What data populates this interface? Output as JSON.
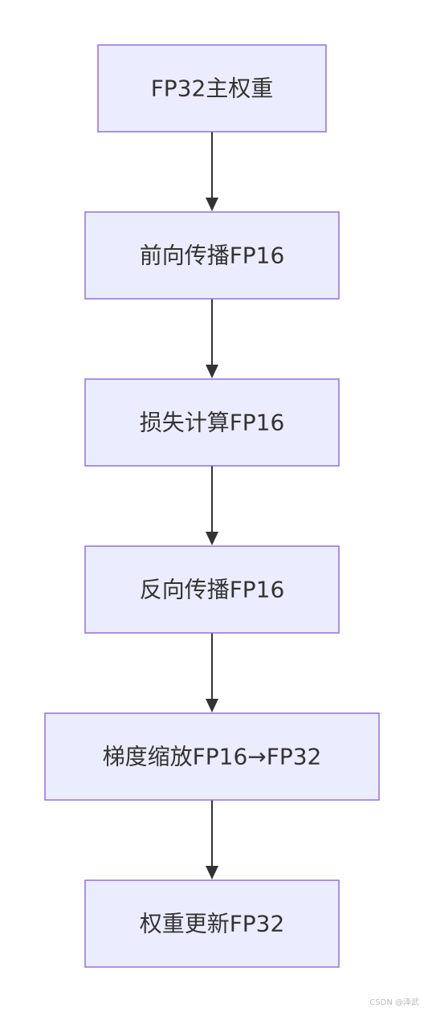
{
  "diagram": {
    "nodes": [
      {
        "id": "n1",
        "label": "FP32主权重"
      },
      {
        "id": "n2",
        "label": "前向传播FP16"
      },
      {
        "id": "n3",
        "label": "损失计算FP16"
      },
      {
        "id": "n4",
        "label": "反向传播FP16"
      },
      {
        "id": "n5",
        "label": "梯度缩放FP16→FP32"
      },
      {
        "id": "n6",
        "label": "权重更新FP32"
      }
    ],
    "edges": [
      {
        "from": "n1",
        "to": "n2"
      },
      {
        "from": "n2",
        "to": "n3"
      },
      {
        "from": "n3",
        "to": "n4"
      },
      {
        "from": "n4",
        "to": "n5"
      },
      {
        "from": "n5",
        "to": "n6"
      }
    ],
    "colors": {
      "node_fill": "#ECECFF",
      "node_stroke": "#9370DB",
      "edge": "#333333",
      "text": "#333333"
    }
  },
  "watermark": "CSDN @泽武"
}
